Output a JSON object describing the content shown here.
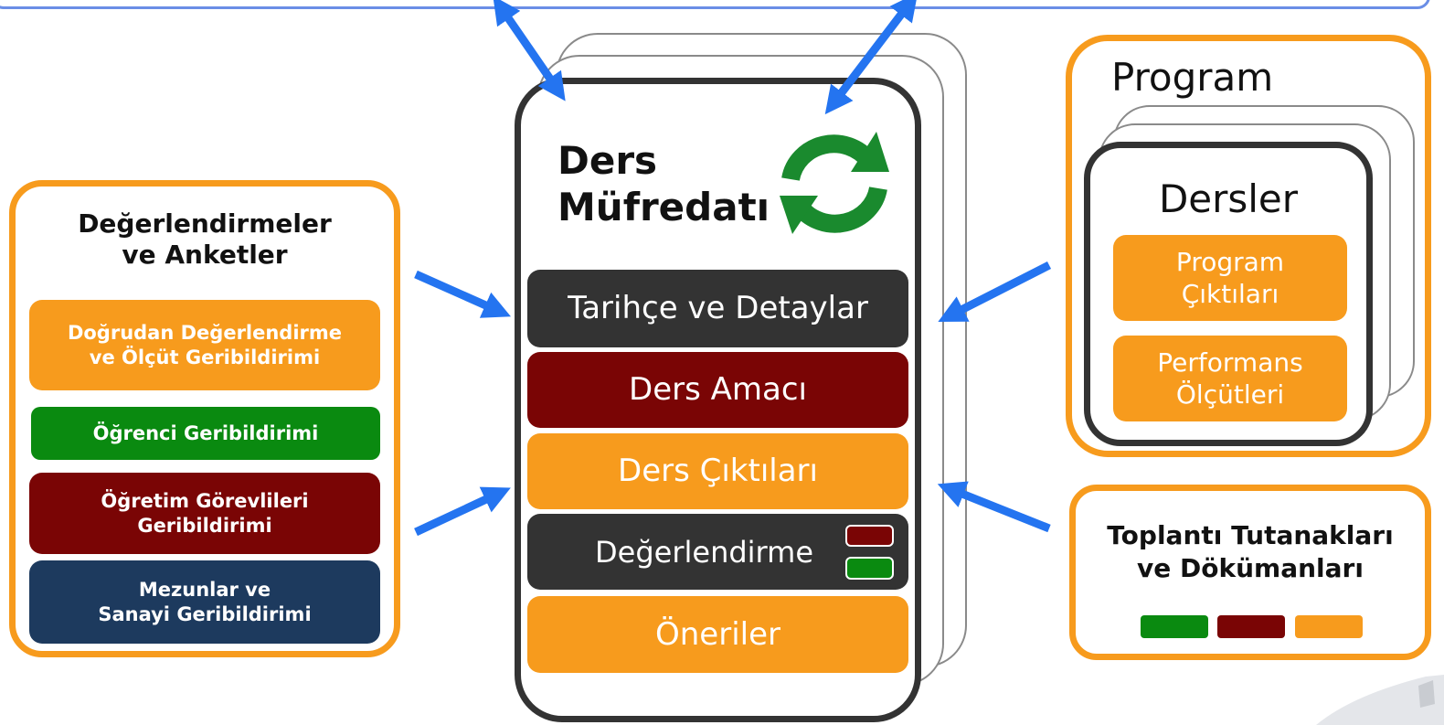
{
  "colors": {
    "orange": "#f79b1d",
    "green": "#0a8a10",
    "darkred": "#7a0505",
    "navy": "#1d3a5e",
    "charcoal": "#333333",
    "arrow_blue": "#2474f0",
    "cycle_green": "#1a8a2e"
  },
  "left_panel": {
    "title_line1": "Değerlendirmeler",
    "title_line2": "ve Anketler",
    "items": [
      {
        "line1": "Doğrudan Değerlendirme",
        "line2": "ve Ölçüt Geribildirimi"
      },
      {
        "line1": "Öğrenci Geribildirimi"
      },
      {
        "line1": "Öğretim Görevlileri",
        "line2": "Geribildirimi"
      },
      {
        "line1": "Mezunlar ve",
        "line2": "Sanayi Geribildirimi"
      }
    ]
  },
  "center_panel": {
    "title_line1": "Ders",
    "title_line2": "Müfredatı",
    "cycle_icon": "refresh-cycle-icon",
    "sections": [
      {
        "label": "Tarihçe ve Detaylar"
      },
      {
        "label": "Ders Amacı"
      },
      {
        "label": "Ders Çıktıları"
      },
      {
        "label": "Değerlendirme"
      },
      {
        "label": "Öneriler"
      }
    ]
  },
  "right_panel": {
    "title": "Program",
    "inner_title": "Dersler",
    "items": [
      {
        "line1": "Program",
        "line2": "Çıktıları"
      },
      {
        "line1": "Performans",
        "line2": "Ölçütleri"
      }
    ]
  },
  "bottom_right_panel": {
    "title_line1": "Toplantı Tutanakları",
    "title_line2": "ve Dökümanları"
  }
}
